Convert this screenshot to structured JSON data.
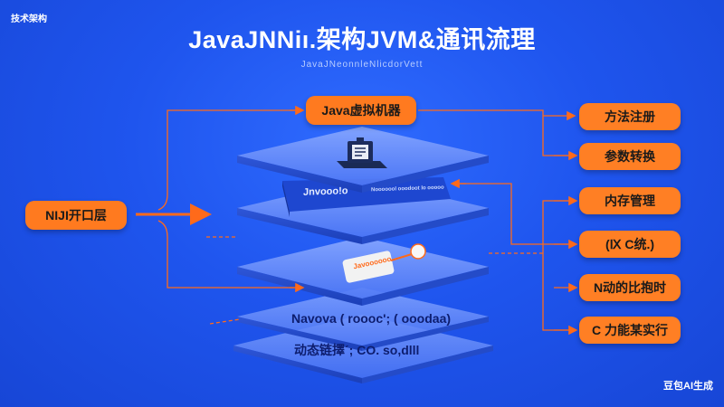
{
  "header": {
    "tag": "技术架构",
    "title": "JavaJNNiı.架构JVM&通讯流理",
    "subtitle": "JavaJNeonnleNlicdorVett"
  },
  "left_box": {
    "label": "NIJI开口层"
  },
  "top_box": {
    "label": "Java虚拟机器"
  },
  "layers": {
    "l2_box": "Jnvooo!o",
    "l2_small": "Nooooool ooodoot lo ooooo",
    "l3_chip": "Javoooooo",
    "l4_label": "Navova ( roooc';  ( ooodaa)",
    "l5_label": "动态链擇ˊ; CO.  so,dlll"
  },
  "right_boxes": [
    {
      "label": "方法注册"
    },
    {
      "label": "参数转换"
    },
    {
      "label": "内存管理"
    },
    {
      "label": "(Ⅸ C统.)"
    },
    {
      "label": "N动的比抱时"
    },
    {
      "label": "C 力能某实行"
    }
  ],
  "footer": {
    "watermark": "豆包AI生成"
  },
  "colors": {
    "background": "#1f55ee",
    "accent": "#ff7a1f",
    "connector": "#ff6a1a",
    "layer": "#6f93ff"
  }
}
